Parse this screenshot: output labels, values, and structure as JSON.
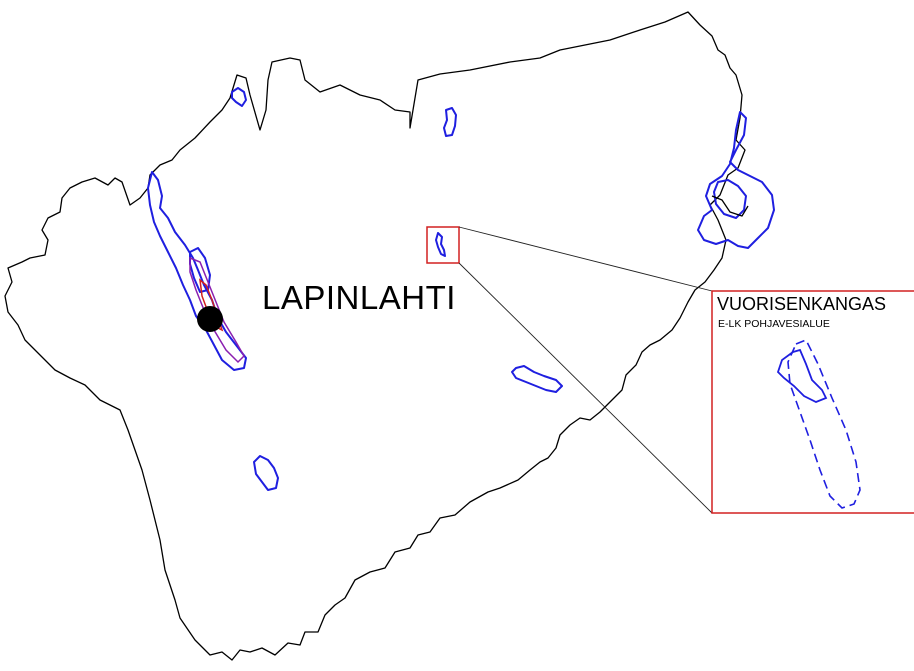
{
  "map": {
    "municipality_label": "LAPINLAHTI",
    "inset": {
      "title": "VUORISENKANGAS",
      "subtitle": "E-LK POHJAVESIALUE"
    },
    "colors": {
      "boundary": "#000000",
      "groundwater_area": "#1f1fe0",
      "highlight_frame": "#d22020",
      "location_marker": "#000000"
    }
  }
}
